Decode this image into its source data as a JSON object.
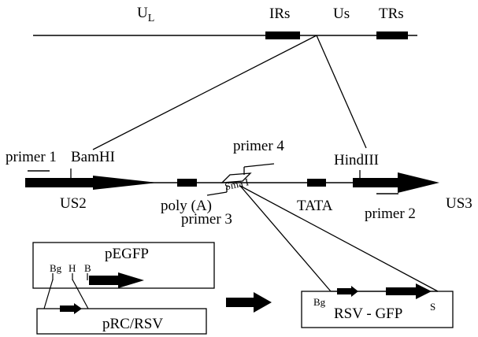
{
  "genome": {
    "ul_main": "U",
    "ul_sub": "L",
    "irs": "IRs",
    "us": "Us",
    "trs": "TRs"
  },
  "insert": {
    "primer1": "primer 1",
    "bamhi": "BamHI",
    "primer4": "primer 4",
    "hindiii": "HindIII",
    "us2": "US2",
    "polya": "poly (A)",
    "smai": "Sma I",
    "tata": "TATA",
    "primer3": "primer  3",
    "primer2": "primer 2",
    "us3": "US3"
  },
  "plasmids": {
    "pegfp": "pEGFP",
    "bg": "Bg",
    "h": "H",
    "b": "B",
    "prcrsv": "pRC/RSV",
    "bg2": "Bg",
    "rsvgfp": "RSV - GFP",
    "s": "S"
  }
}
